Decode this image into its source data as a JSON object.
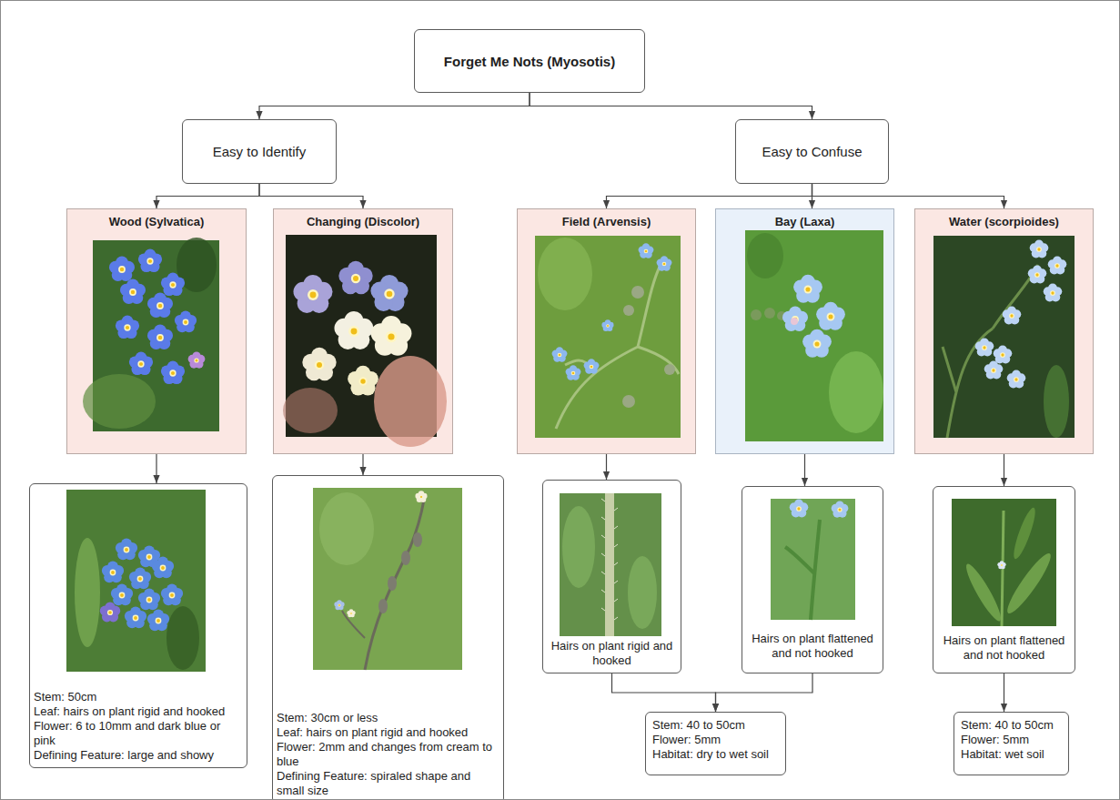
{
  "diagram": {
    "nodes": [
      {
        "text": [
          "Forget Me Nots (Myosotis)"
        ]
      },
      {
        "text": [
          "Easy to Identify"
        ]
      },
      {
        "text": [
          "Easy to Confuse"
        ]
      },
      {
        "text": [
          "Wood (Sylvatica)"
        ]
      },
      {
        "text": [
          "Changing (Discolor)"
        ]
      },
      {
        "text": [
          "Field (Arvensis)"
        ]
      },
      {
        "text": [
          "Bay (Laxa)"
        ]
      },
      {
        "text": [
          "Water (scorpioides)"
        ]
      },
      {
        "text": [
          "Stem: 50cm",
          "Leaf: hairs on plant rigid and hooked",
          "Flower: 6 to 10mm and dark blue or pink",
          "Defining Feature: large and showy"
        ]
      },
      {
        "text": [
          "Stem: 30cm or less",
          "Leaf: hairs on plant rigid and hooked",
          "Flower: 2mm and changes from cream to blue",
          "Defining Feature: spiraled shape and small size"
        ]
      },
      {
        "text": [
          "Hairs on plant rigid and hooked"
        ]
      },
      {
        "text": [
          "Hairs on plant flattened and not hooked"
        ]
      },
      {
        "text": [
          "Hairs on plant flattened and not hooked"
        ]
      },
      {
        "text": [
          "Stem: 40 to 50cm",
          "Flower: 5mm",
          "Habitat: dry to wet soil"
        ]
      },
      {
        "text": [
          "Stem: 40 to 50cm",
          "Flower: 5mm",
          "Habitat: wet soil"
        ]
      }
    ],
    "edges": [
      {
        "from": 0,
        "to": 1,
        "arrow": "to"
      },
      {
        "from": 0,
        "to": 2,
        "arrow": "to"
      },
      {
        "from": 1,
        "to": 3,
        "arrow": "to"
      },
      {
        "from": 1,
        "to": 4,
        "arrow": "to"
      },
      {
        "from": 2,
        "to": 5,
        "arrow": "to"
      },
      {
        "from": 2,
        "to": 6,
        "arrow": "to"
      },
      {
        "from": 2,
        "to": 7,
        "arrow": "to"
      },
      {
        "from": 3,
        "to": 8,
        "arrow": "to"
      },
      {
        "from": 4,
        "to": 9,
        "arrow": "to"
      },
      {
        "from": 5,
        "to": 10,
        "arrow": "to"
      },
      {
        "from": 6,
        "to": 11,
        "arrow": "to"
      },
      {
        "from": 7,
        "to": 12,
        "arrow": "to"
      },
      {
        "from": 10,
        "to": 13,
        "arrow": "to"
      },
      {
        "from": 11,
        "to": 13,
        "arrow": "to"
      },
      {
        "from": 12,
        "to": 14,
        "arrow": "to"
      }
    ]
  }
}
